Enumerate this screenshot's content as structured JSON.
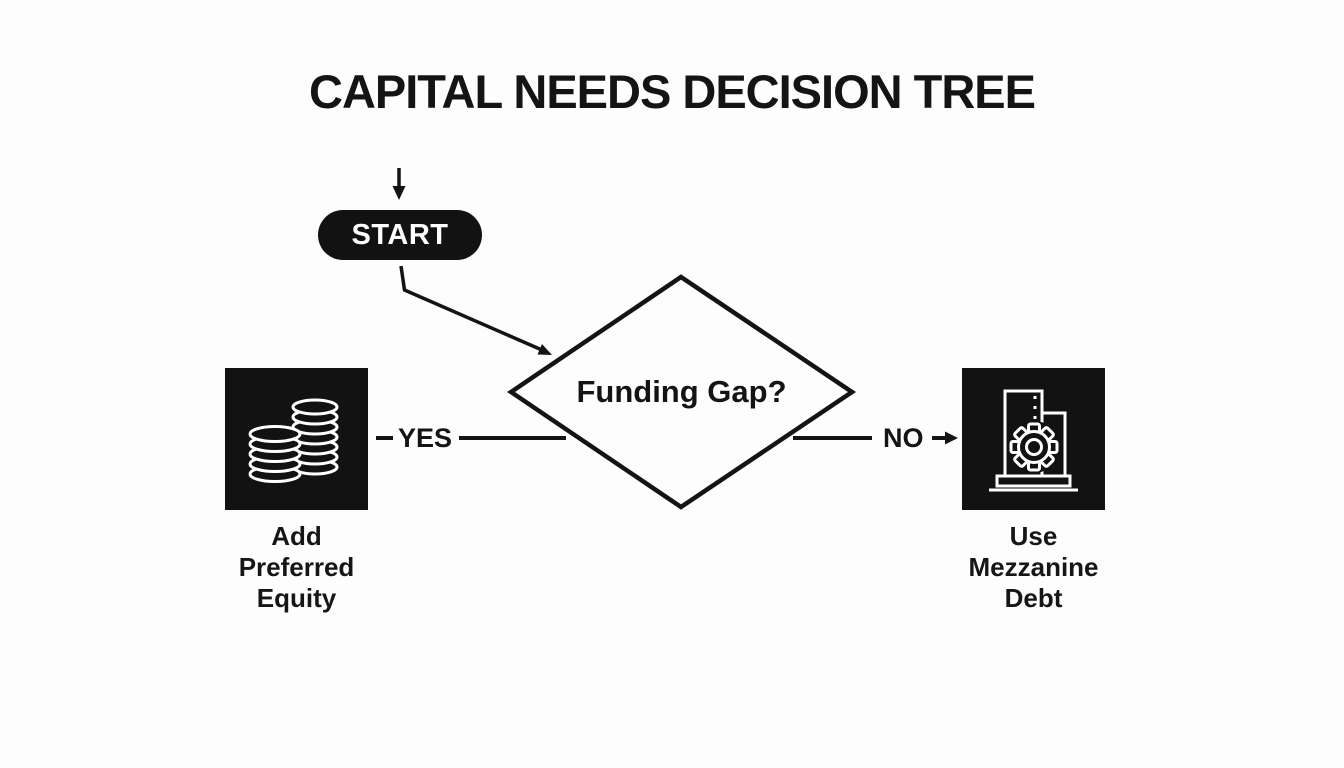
{
  "title": "CAPITAL NEEDS DECISION TREE",
  "flow": {
    "start": {
      "label": "START"
    },
    "decision": {
      "label": "Funding Gap?"
    },
    "branches": {
      "yes": {
        "label": "YES"
      },
      "no": {
        "label": "NO"
      }
    },
    "outcomes": {
      "yes": {
        "icon": "coin-stacks-icon",
        "lines": [
          "Add",
          "Preferred",
          "Equity"
        ]
      },
      "no": {
        "icon": "building-gear-icon",
        "lines": [
          "Use",
          "Mezzanine",
          "Debt"
        ]
      }
    }
  },
  "colors": {
    "ink": "#141414",
    "node_fill": "#121212",
    "node_text": "#ffffff",
    "background": "#fdfdfd"
  }
}
